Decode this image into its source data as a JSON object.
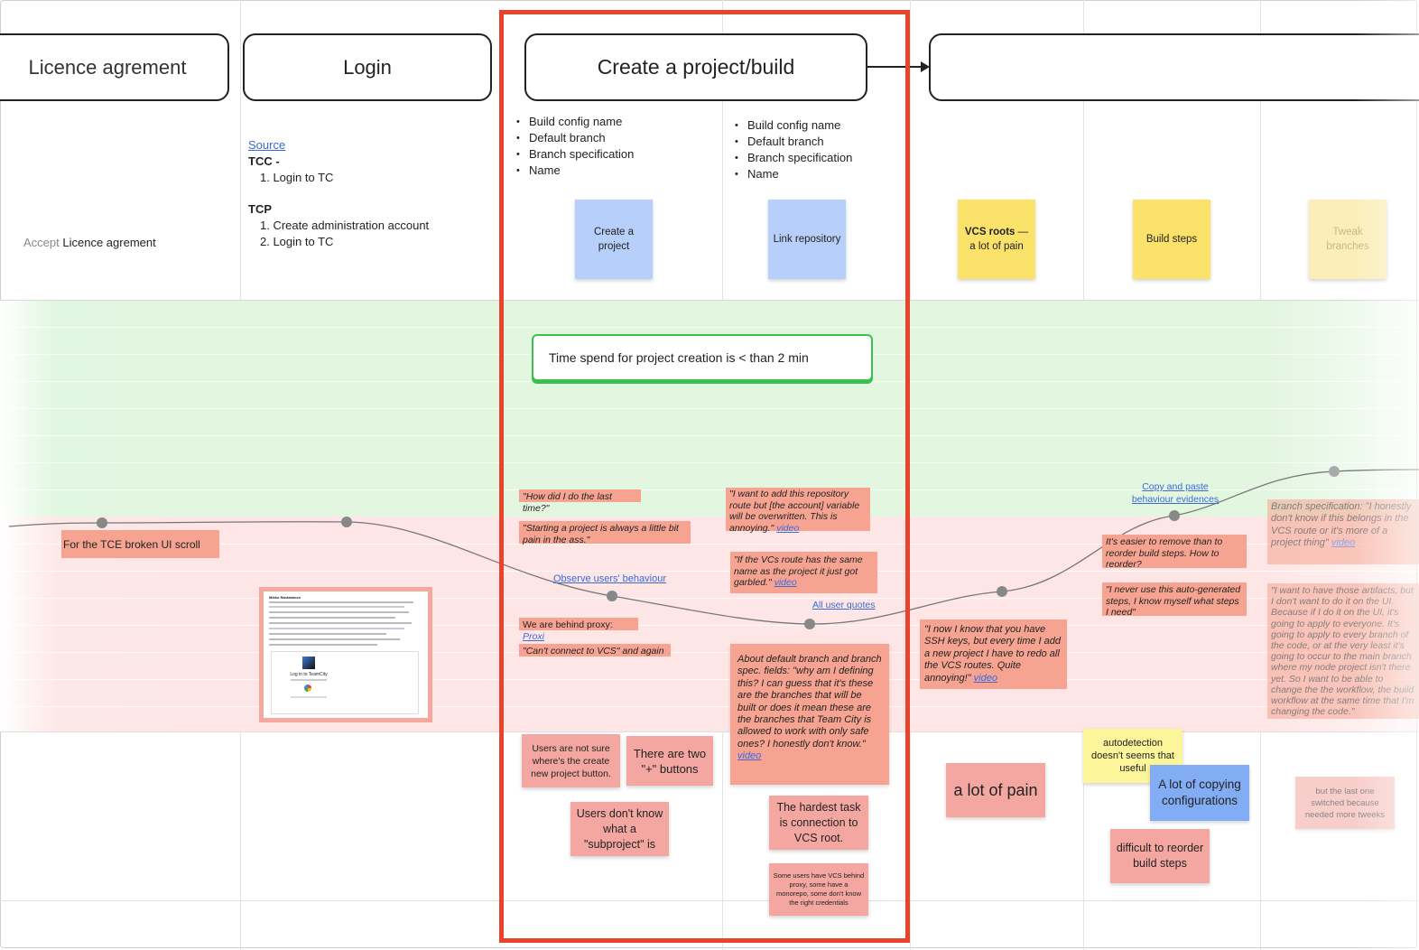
{
  "stages": {
    "licence": "Licence agrement",
    "login": "Login",
    "create": "Create a project/build",
    "next": ""
  },
  "source_link": "Source",
  "tcc_label": "TCC -",
  "tcc_steps": [
    "1. Login to TC"
  ],
  "tcp_label": "TCP",
  "tcp_steps": [
    "1. Create administration account",
    "2. Login to TC"
  ],
  "accept_prefix": "Accept",
  "accept_rest": "Licence agrement",
  "fields_left": [
    "Build config name",
    "Default branch",
    "Branch specification",
    "Name"
  ],
  "fields_right": [
    "Build config name",
    "Default branch",
    "Branch specification",
    "Name"
  ],
  "steps": {
    "create_project": "Create a project",
    "link_repo": "Link repository",
    "vcs_bold": "VCS roots",
    "vcs_rest": " — a lot of pain",
    "build_steps": "Build steps",
    "tweak": "Tweak branches"
  },
  "metric": "Time spend for project creation is < than 2 min",
  "links": {
    "observe": "Observe users' behaviour",
    "all_quotes": "All user quotes",
    "copy_paste": "Copy and paste behaviour evidences"
  },
  "quotes": {
    "tce_scroll": "For the TCE broken UI scroll",
    "last_time": "\"How did I do the last time?\"",
    "starting": "\"Starting a project is always a little bit pain in the ass.\"",
    "proxy_text": "We are behind proxy: ",
    "proxy_link": "Proxi",
    "cant_connect": "\"Can't connect to VCS\" and again",
    "add_repo": "\"I want to add this repository route but [the account] variable will be overwritten. This is annoying.\" ",
    "same_name": "\"If the VCs route has the same name as the project it just got garbled.\" ",
    "default_branch": "About default branch and branch spec. fields: \"why am I defining this? I can guess that it's these are the branches that will be built or does it mean these are the branches that Team City is allowed to work with only safe ones? I honestly don't know.\" ",
    "ssh_keys": "\"I now I know that you have SSH keys, but every time I add a new project I have to redo all the VCS routes. Quite annoying!\" ",
    "easier_remove": "It's easier to remove than to reorder build steps. How to reorder?",
    "never_use": "\"I never use this auto-generated steps, I know myself what steps I need\"",
    "branch_spec": "Branch specification: \"I honestly don't know if this belongs in the VCS route or it's more of a project thing\" ",
    "artifacts": "\"I want to have those artifacts, but I don't want to do it on the UI. Because if I do it on the UI, it's going to apply to everyone. It's going to apply to every branch of the code, or at the very least it's going to occur to the main branch where my node project isn't there yet. So I want to be able to change the the workflow, the build workflow at the same time that I'm changing the code.\"",
    "video": "video"
  },
  "stickies": {
    "not_sure": "Users are not sure where's the create new project button.",
    "two_plus": "There are two \"+\" buttons",
    "subproject": "Users don't know what a \"subproject\" is",
    "hardest": "The hardest task is connection to VCS root.",
    "some_users": "Some users have VCS behind proxy, some have a monorepo, some don't know the right credentials",
    "lot_pain": "a lot of pain",
    "autodetection": "autodetection doesn't seems that useful",
    "copying": "A lot of copying configurations",
    "reorder": "difficult to reorder build steps",
    "last_one": "but the last one switched because needed more tweeks"
  },
  "screenshot_thumb": {
    "author": "Mikko Rantalainen",
    "caption": "Log in to TeamCity"
  },
  "emotion_curve": {
    "stages": [
      "Licence",
      "Login",
      "Create project",
      "Link repository",
      "VCS roots",
      "Build steps",
      "Tweak branches"
    ],
    "levels": [
      0.13,
      0.14,
      -0.15,
      -0.25,
      -0.17,
      0.08,
      0.5
    ]
  }
}
